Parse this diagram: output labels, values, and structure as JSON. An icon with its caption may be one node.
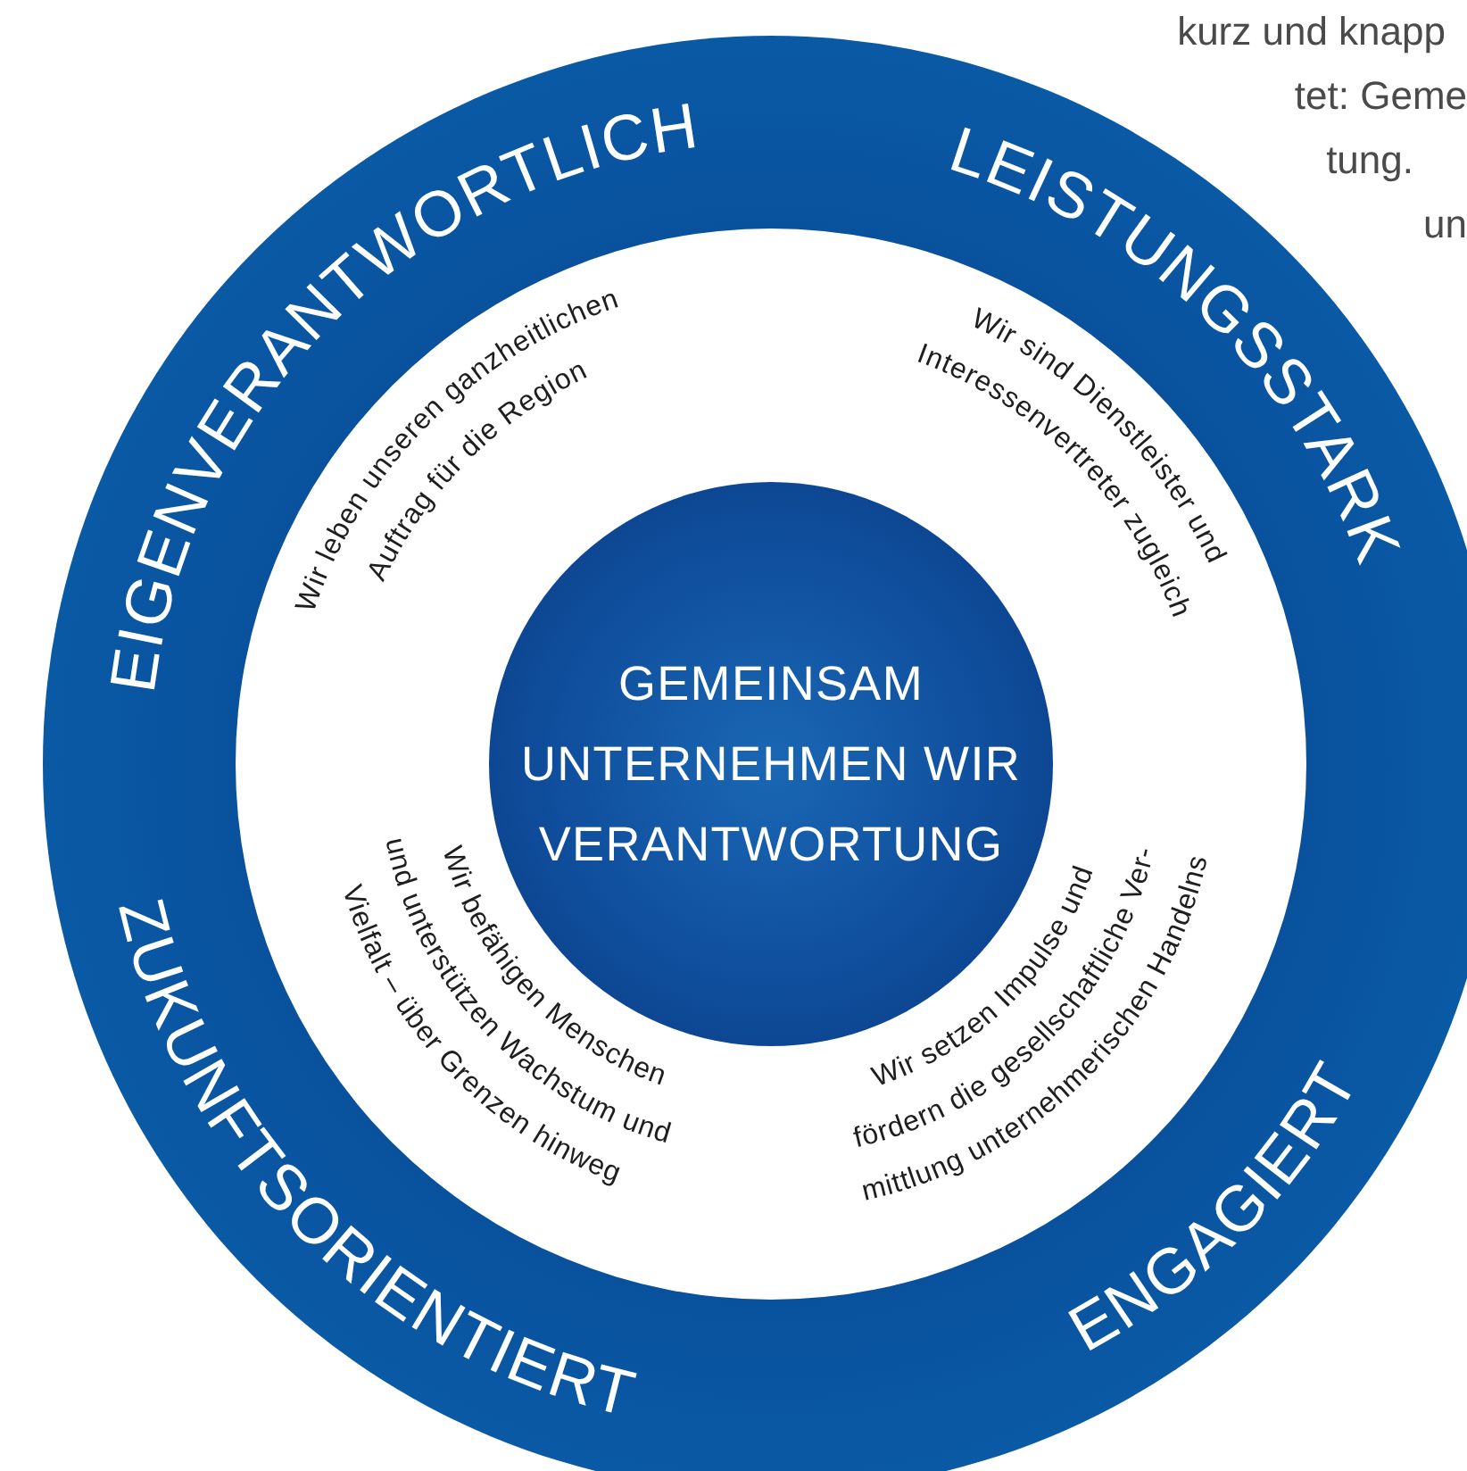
{
  "diagram": {
    "nodes": [
      {
        "text": [
          "GEMEINSAM UNTERNEHMEN WIR VERANTWORTUNG"
        ]
      }
    ],
    "labels": [
      "kurz und knapp",
      "tet: Geme",
      "tung.",
      "un",
      "EIGENVERANTWORTLICH",
      "Wir leben unseren ganzheitlichen Auftrag für die Region",
      "Wir sind Dienstleister und Interessenvertreter zugleich",
      "LEISTUNGSSTARK",
      "Wir befähigen Menschen und unterstützen Wachstum und Vielfalt – über Grenzen hinweg",
      "Wir setzen Impulse und fördern die gesellschaftliche Ver- mittlung unternehmerischen Handelns",
      "ZUKUNFTSORIENTIERT",
      "ENGAGIERT"
    ]
  }
}
